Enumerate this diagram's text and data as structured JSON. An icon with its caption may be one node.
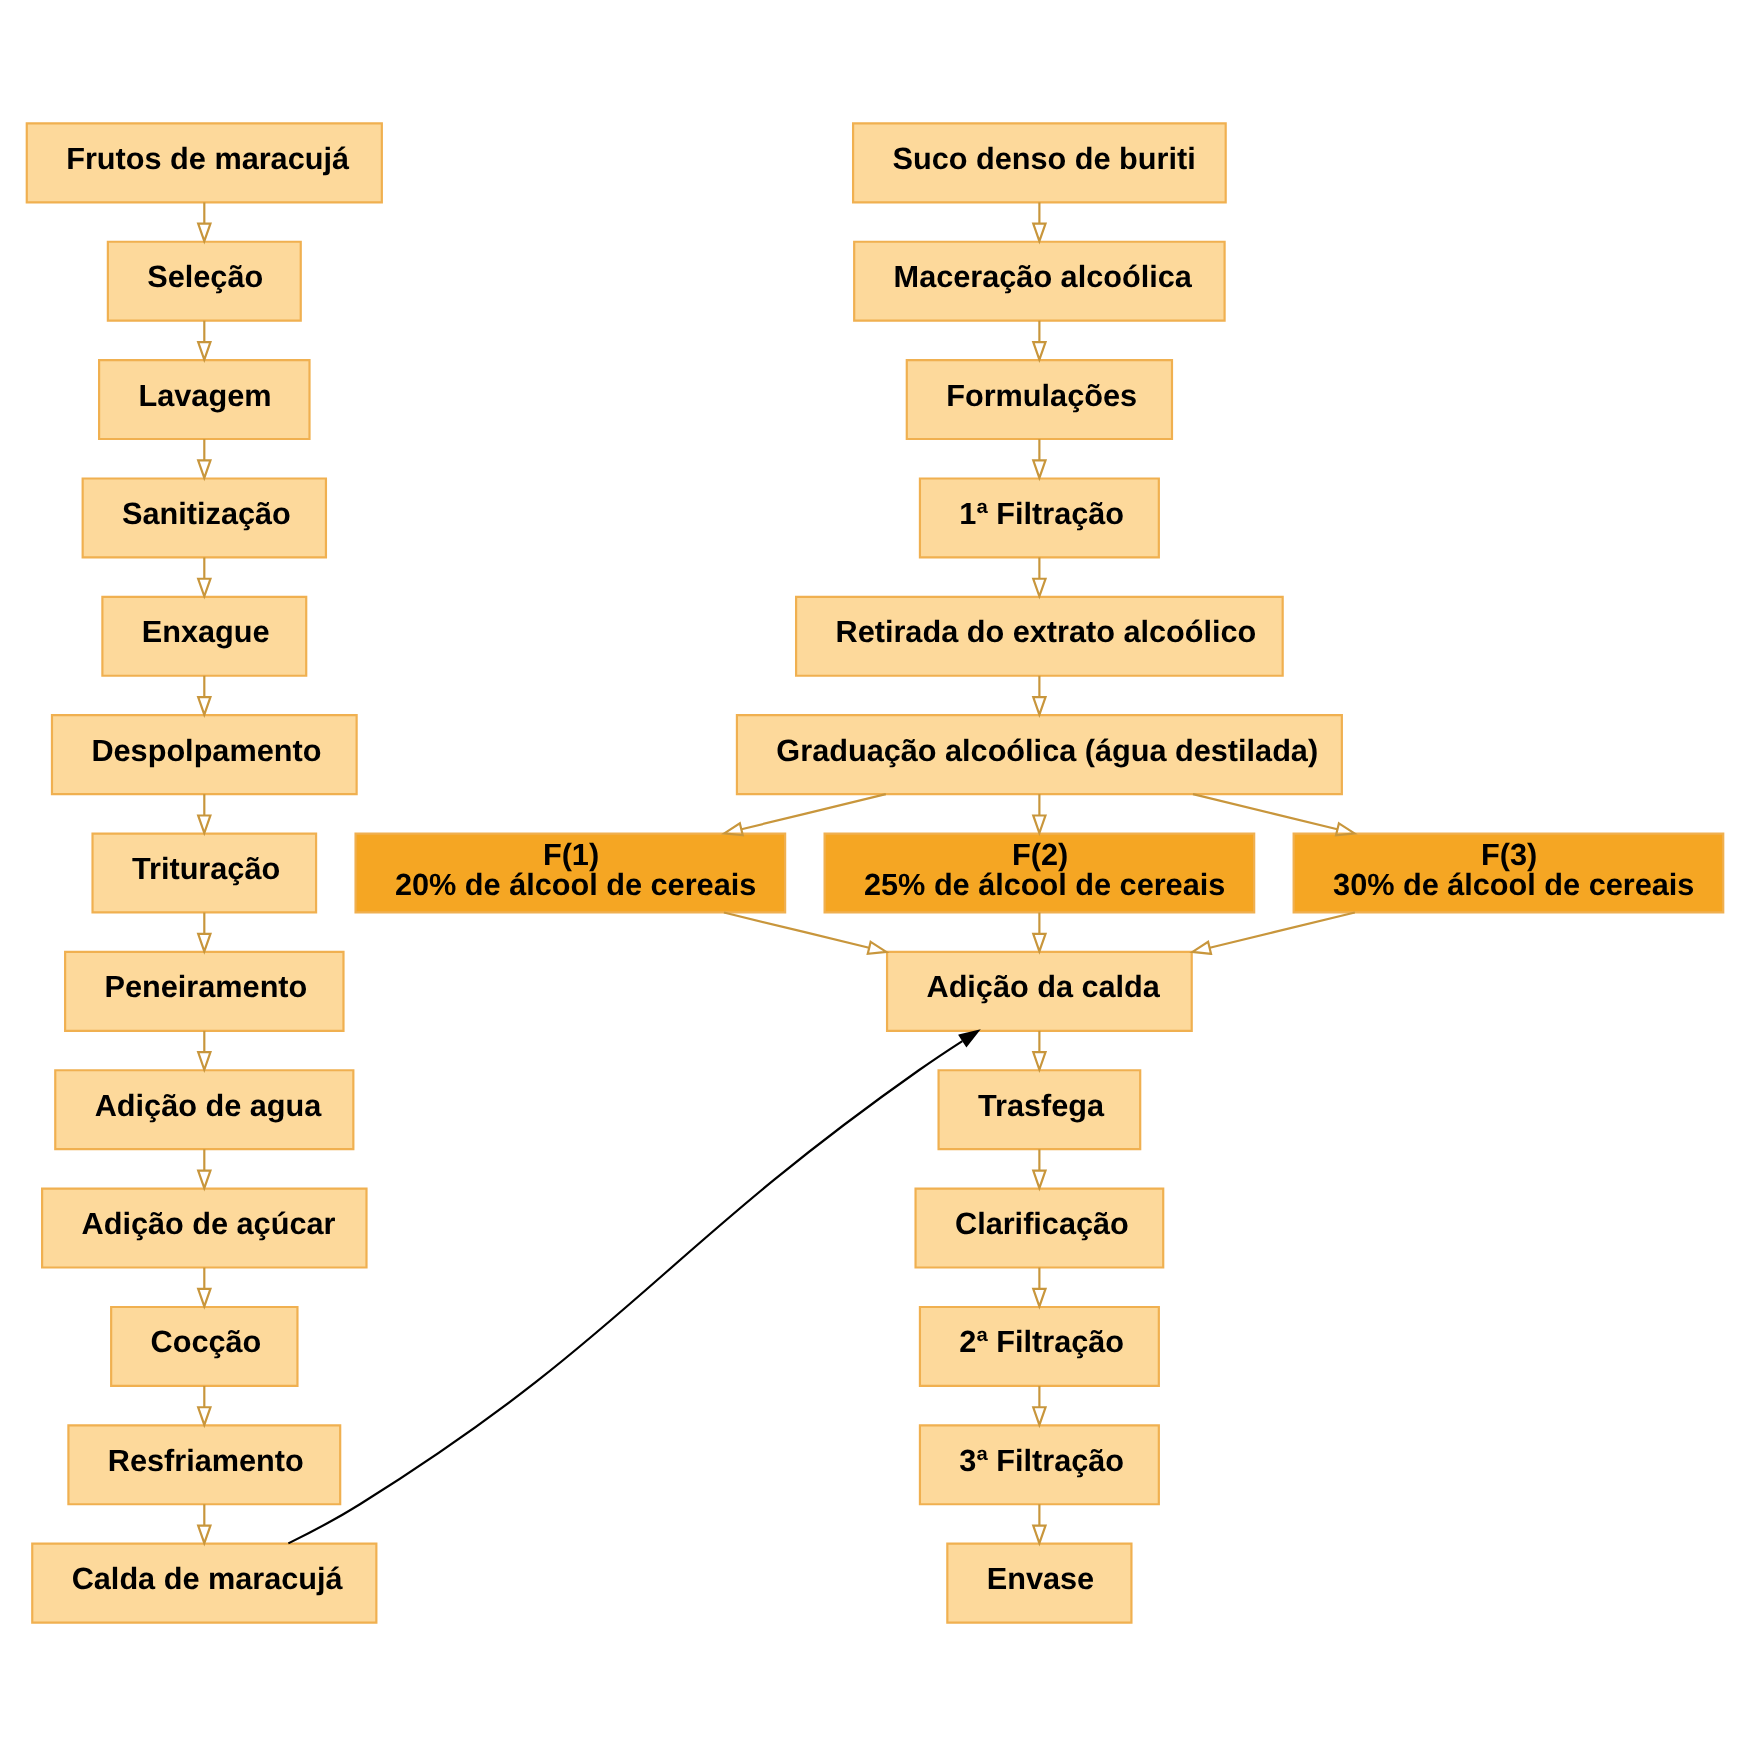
{
  "diagram": {
    "nodes": [
      {
        "text": [
          "Frutos de maracujá"
        ]
      },
      {
        "text": [
          "Seleção"
        ]
      },
      {
        "text": [
          "Lavagem"
        ]
      },
      {
        "text": [
          "Sanitização"
        ]
      },
      {
        "text": [
          "Enxague"
        ]
      },
      {
        "text": [
          "Despolpamento"
        ]
      },
      {
        "text": [
          "Trituração"
        ]
      },
      {
        "text": [
          "Peneiramento"
        ]
      },
      {
        "text": [
          "Adição de agua"
        ]
      },
      {
        "text": [
          "Adição de açúcar"
        ]
      },
      {
        "text": [
          "Cocção"
        ]
      },
      {
        "text": [
          "Resfriamento"
        ]
      },
      {
        "text": [
          "Calda de maracujá"
        ]
      },
      {
        "text": [
          "Suco denso de buriti"
        ]
      },
      {
        "text": [
          "Maceração alcoólica"
        ]
      },
      {
        "text": [
          "Formulações"
        ]
      },
      {
        "text": [
          "1ª Filtração"
        ]
      },
      {
        "text": [
          "Retirada do extrato alcoólico"
        ]
      },
      {
        "text": [
          "Graduação alcoólica (água destilada)"
        ]
      },
      {
        "text": [
          "F(1)",
          "20% de álcool de cereais"
        ]
      },
      {
        "text": [
          "F(2)",
          "25% de álcool de cereais"
        ]
      },
      {
        "text": [
          "F(3)",
          "30% de álcool de cereais"
        ]
      },
      {
        "text": [
          "Adição da calda"
        ]
      },
      {
        "text": [
          "Trasfega"
        ]
      },
      {
        "text": [
          "Clarificação"
        ]
      },
      {
        "text": [
          "2ª Filtração"
        ]
      },
      {
        "text": [
          "3ª Filtração"
        ]
      },
      {
        "text": [
          "Envase"
        ]
      }
    ],
    "edges": [
      {
        "from": 0,
        "to": 1,
        "arrow": "to"
      },
      {
        "from": 1,
        "to": 2,
        "arrow": "to"
      },
      {
        "from": 2,
        "to": 3,
        "arrow": "to"
      },
      {
        "from": 3,
        "to": 4,
        "arrow": "to"
      },
      {
        "from": 4,
        "to": 5,
        "arrow": "to"
      },
      {
        "from": 5,
        "to": 6,
        "arrow": "to"
      },
      {
        "from": 6,
        "to": 7,
        "arrow": "to"
      },
      {
        "from": 7,
        "to": 8,
        "arrow": "to"
      },
      {
        "from": 8,
        "to": 9,
        "arrow": "to"
      },
      {
        "from": 9,
        "to": 10,
        "arrow": "to"
      },
      {
        "from": 10,
        "to": 11,
        "arrow": "to"
      },
      {
        "from": 11,
        "to": 12,
        "arrow": "to"
      },
      {
        "from": 13,
        "to": 14,
        "arrow": "to"
      },
      {
        "from": 14,
        "to": 15,
        "arrow": "to"
      },
      {
        "from": 15,
        "to": 16,
        "arrow": "to"
      },
      {
        "from": 16,
        "to": 17,
        "arrow": "to"
      },
      {
        "from": 17,
        "to": 18,
        "arrow": "to"
      },
      {
        "from": 18,
        "to": 19,
        "arrow": "to"
      },
      {
        "from": 18,
        "to": 20,
        "arrow": "to"
      },
      {
        "from": 18,
        "to": 21,
        "arrow": "to"
      },
      {
        "from": 19,
        "to": 22,
        "arrow": "to"
      },
      {
        "from": 20,
        "to": 22,
        "arrow": "to"
      },
      {
        "from": 21,
        "to": 22,
        "arrow": "to"
      },
      {
        "from": 12,
        "to": 22,
        "arrow": "to",
        "color": "#000000"
      },
      {
        "from": 22,
        "to": 23,
        "arrow": "to"
      },
      {
        "from": 23,
        "to": 24,
        "arrow": "to"
      },
      {
        "from": 24,
        "to": 25,
        "arrow": "to"
      },
      {
        "from": 25,
        "to": 26,
        "arrow": "to"
      },
      {
        "from": 26,
        "to": 27,
        "arrow": "to"
      }
    ]
  }
}
